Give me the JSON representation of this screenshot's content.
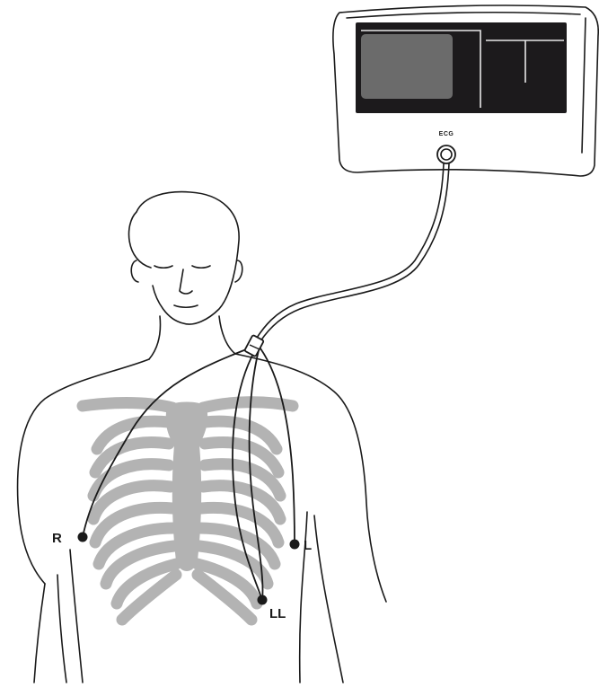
{
  "device": {
    "label": "ECG",
    "screen_color": "#1c1a1c",
    "panel_color": "#6b6b6b"
  },
  "electrodes": {
    "right": "R",
    "left": "L",
    "left_leg": "LL"
  },
  "colors": {
    "ink": "#1a1a1a",
    "bone": "#b3b3b3"
  }
}
